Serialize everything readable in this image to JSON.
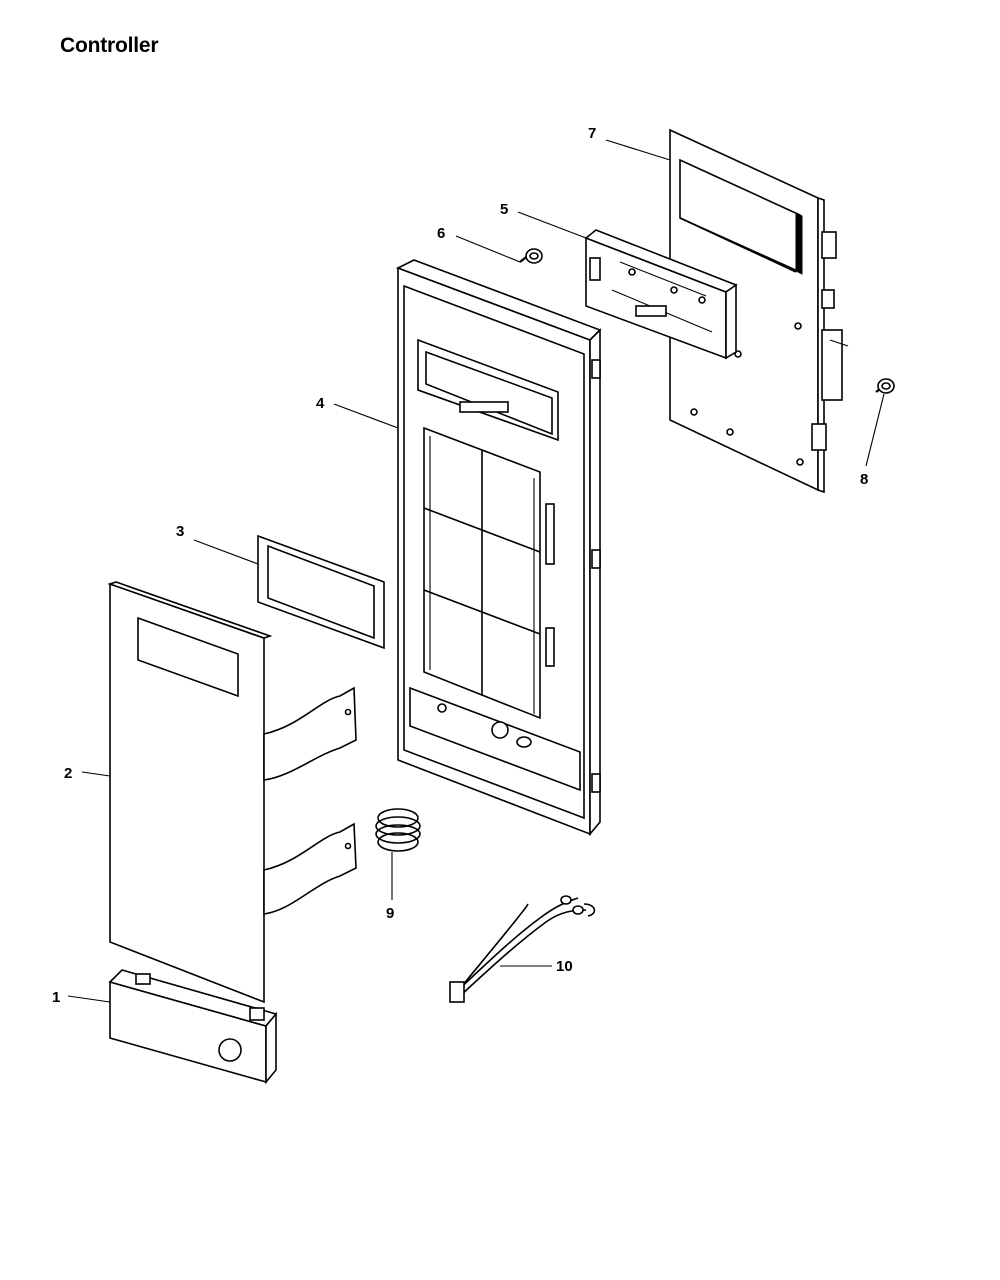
{
  "title": "Controller",
  "callouts": {
    "c1": "1",
    "c2": "2",
    "c3": "3",
    "c4": "4",
    "c5": "5",
    "c6": "6",
    "c7": "7",
    "c8": "8",
    "c9": "9",
    "c10": "10"
  }
}
